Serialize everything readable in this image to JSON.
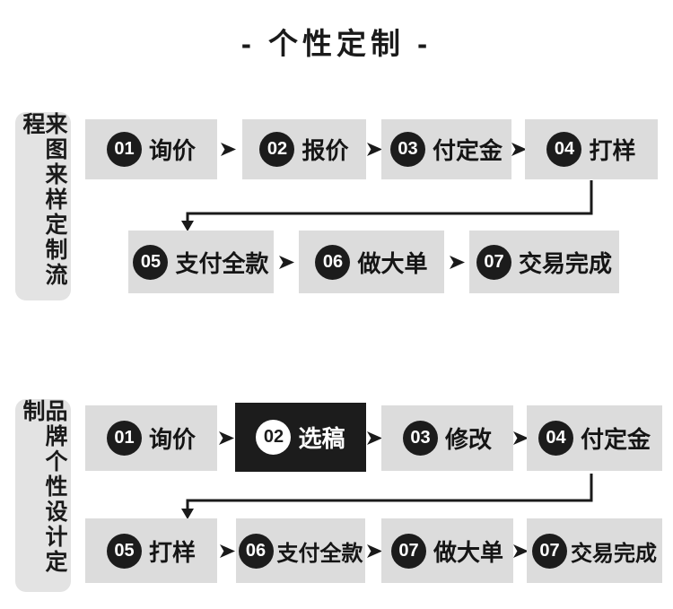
{
  "title": "- 个性定制 -",
  "colors": {
    "background": "#ffffff",
    "step_box_gray": "#dcdcdc",
    "sidebar_gray": "#e3e3e3",
    "accent_black": "#1c1c1c",
    "text_black": "#151515",
    "highlight_box_bg": "#1c1c1c",
    "highlight_box_text": "#ffffff"
  },
  "sections": [
    {
      "label": "来图来样定制流程",
      "rows": [
        {
          "steps": [
            {
              "num": "01",
              "label": "询价"
            },
            {
              "num": "02",
              "label": "报价"
            },
            {
              "num": "03",
              "label": "付定金"
            },
            {
              "num": "04",
              "label": "打样"
            }
          ]
        },
        {
          "steps": [
            {
              "num": "05",
              "label": "支付全款"
            },
            {
              "num": "06",
              "label": "做大单"
            },
            {
              "num": "07",
              "label": "交易完成"
            }
          ]
        }
      ]
    },
    {
      "label": "品牌个性设计定制",
      "rows": [
        {
          "steps": [
            {
              "num": "01",
              "label": "询价"
            },
            {
              "num": "02",
              "label": "选稿",
              "highlighted": true
            },
            {
              "num": "03",
              "label": "修改"
            },
            {
              "num": "04",
              "label": "付定金"
            }
          ]
        },
        {
          "steps": [
            {
              "num": "05",
              "label": "打样"
            },
            {
              "num": "06",
              "label": "支付全款"
            },
            {
              "num": "07",
              "label": "做大单"
            },
            {
              "num": "07",
              "label": "交易完成"
            }
          ]
        }
      ]
    }
  ]
}
